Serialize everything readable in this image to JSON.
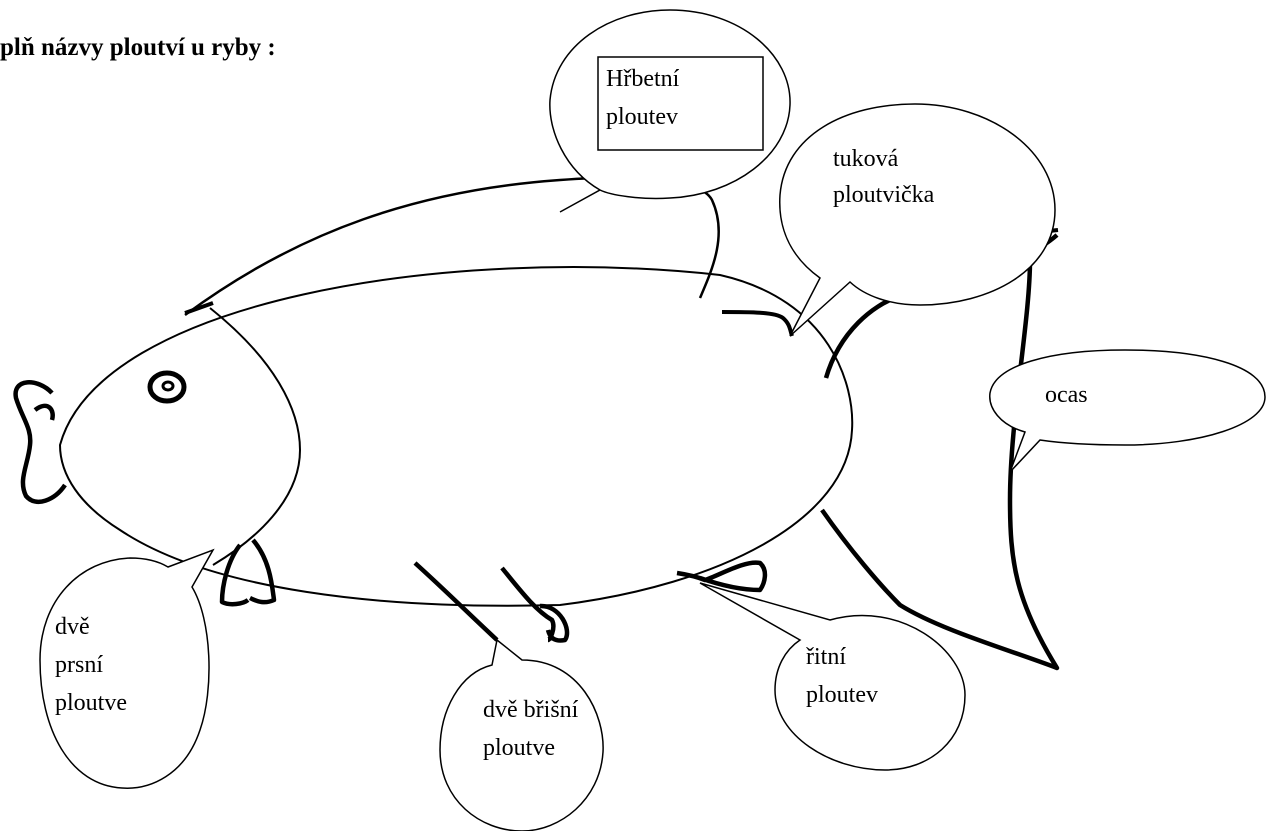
{
  "title": "plň názvy ploutví u ryby :",
  "labels": {
    "dorsal_line1": "Hřbetní",
    "dorsal_line2": "ploutev",
    "adipose_line1": "tuková",
    "adipose_line2": "ploutvička",
    "tail": "ocas",
    "pectoral_line1": "dvě",
    "pectoral_line2": "prsní",
    "pectoral_line3": "ploutve",
    "pelvic_line1": "dvě břišní",
    "pelvic_line2": "ploutve",
    "anal_line1": "řitní",
    "anal_line2": "ploutev"
  }
}
